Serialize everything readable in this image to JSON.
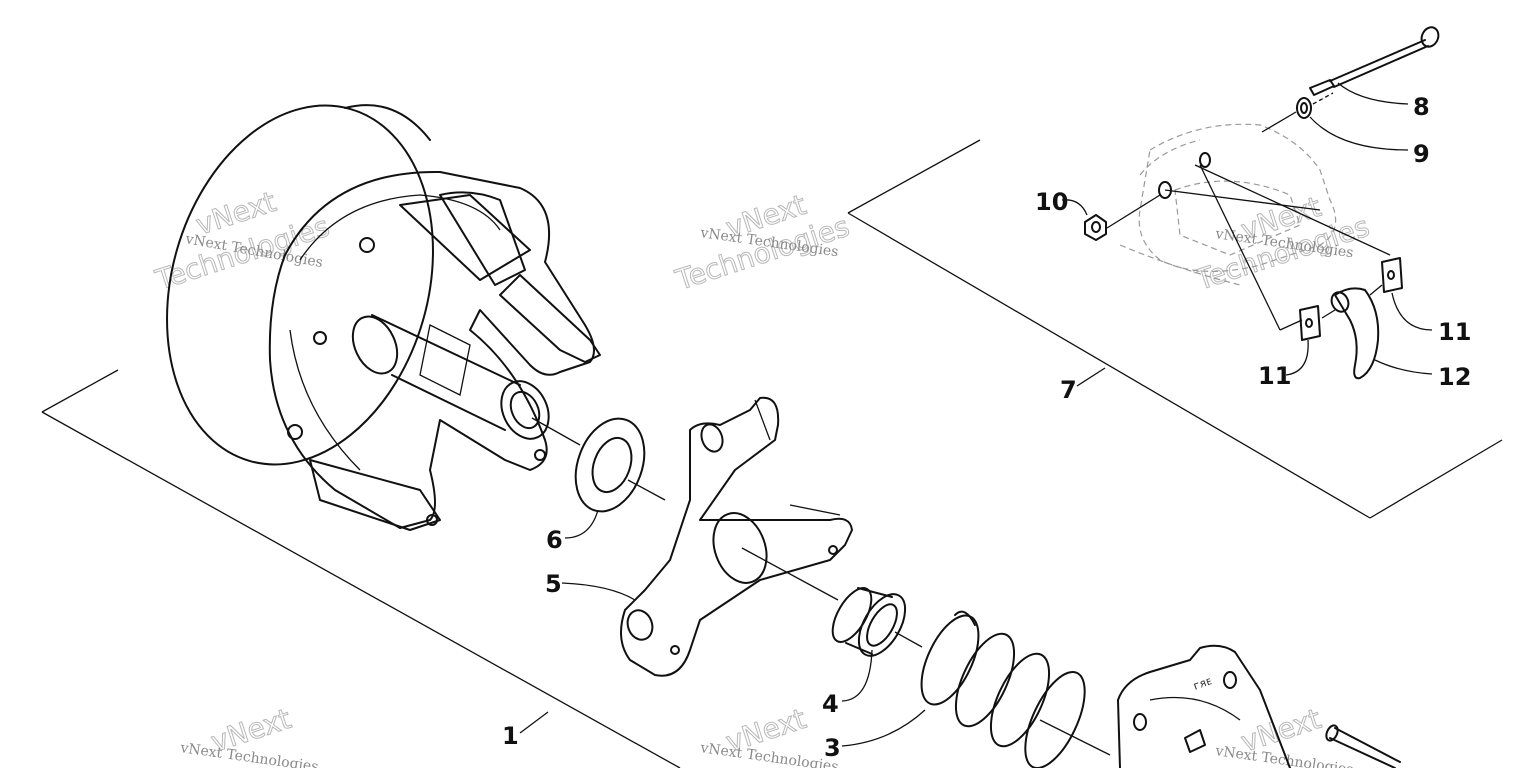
{
  "diagram": {
    "callouts": {
      "c1": "1",
      "c3": "3",
      "c4": "4",
      "c5": "5",
      "c6": "6",
      "c7": "7",
      "c8": "8",
      "c9": "9",
      "c10": "10",
      "c11a": "11",
      "c11b": "11",
      "c12": "12"
    },
    "watermarks": {
      "small": "vNext Technologies",
      "big_top": "vNext",
      "big_bottom": "Technologies"
    }
  }
}
